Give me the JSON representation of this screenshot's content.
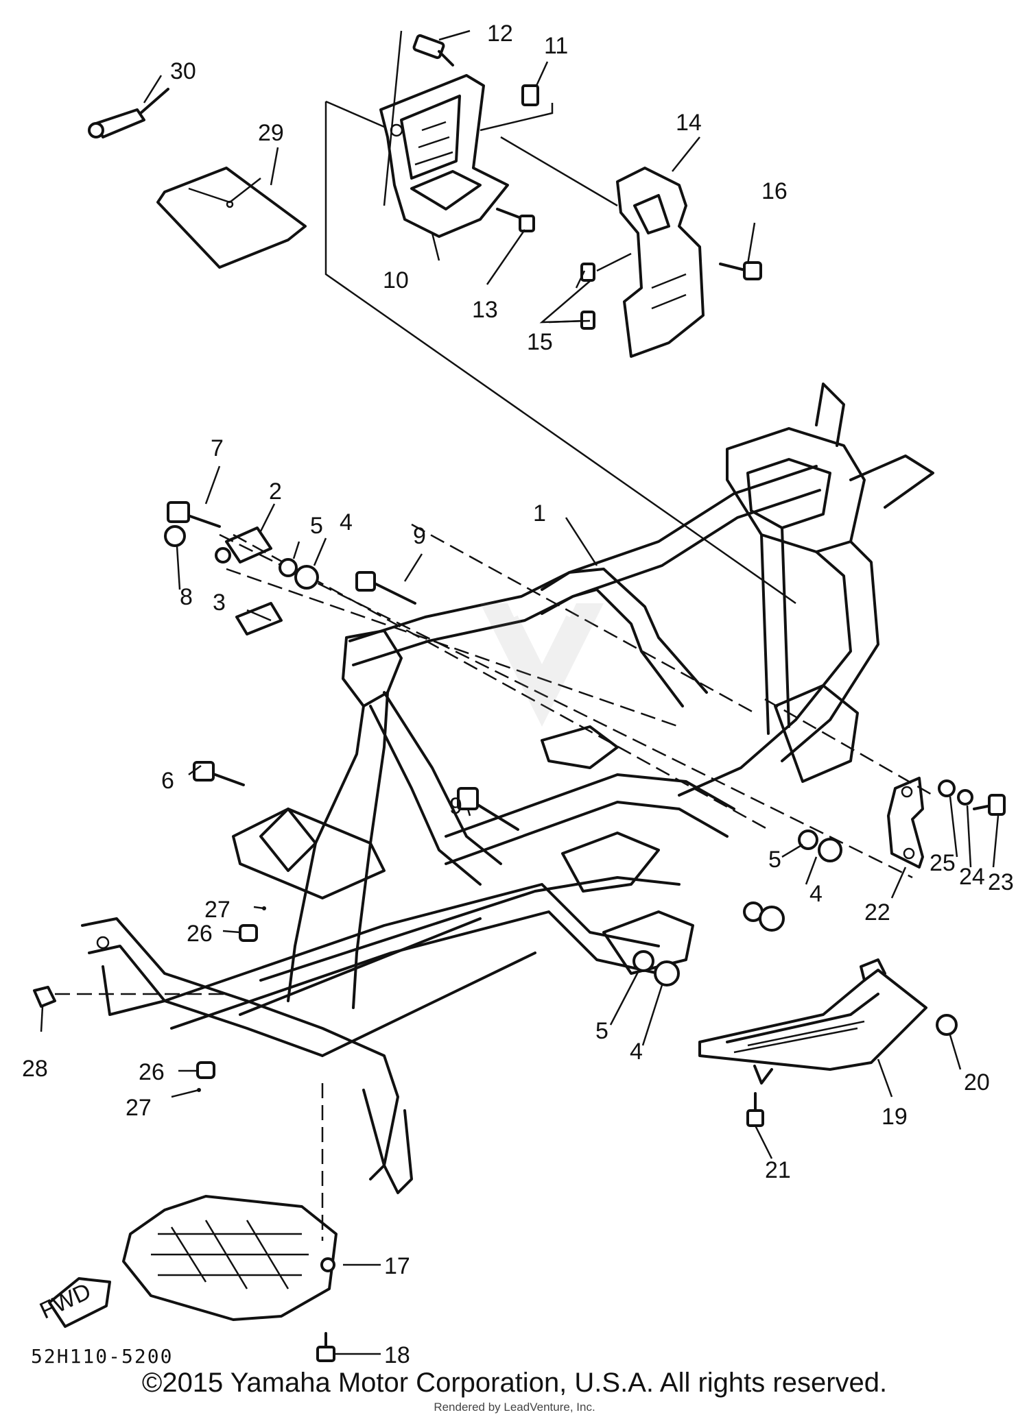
{
  "callouts": [
    {
      "id": "1",
      "text": "1"
    },
    {
      "id": "2",
      "text": "2"
    },
    {
      "id": "3",
      "text": "3"
    },
    {
      "id": "4a",
      "text": "4"
    },
    {
      "id": "4b",
      "text": "4"
    },
    {
      "id": "4c",
      "text": "4"
    },
    {
      "id": "5a",
      "text": "5"
    },
    {
      "id": "5b",
      "text": "5"
    },
    {
      "id": "5c",
      "text": "5"
    },
    {
      "id": "6",
      "text": "6"
    },
    {
      "id": "7",
      "text": "7"
    },
    {
      "id": "8",
      "text": "8"
    },
    {
      "id": "9a",
      "text": "9"
    },
    {
      "id": "9b",
      "text": "9"
    },
    {
      "id": "10",
      "text": "10"
    },
    {
      "id": "11",
      "text": "11"
    },
    {
      "id": "12",
      "text": "12"
    },
    {
      "id": "13",
      "text": "13"
    },
    {
      "id": "14",
      "text": "14"
    },
    {
      "id": "15",
      "text": "15"
    },
    {
      "id": "16",
      "text": "16"
    },
    {
      "id": "17",
      "text": "17"
    },
    {
      "id": "18",
      "text": "18"
    },
    {
      "id": "19",
      "text": "19"
    },
    {
      "id": "20",
      "text": "20"
    },
    {
      "id": "21",
      "text": "21"
    },
    {
      "id": "22",
      "text": "22"
    },
    {
      "id": "23",
      "text": "23"
    },
    {
      "id": "24",
      "text": "24"
    },
    {
      "id": "25",
      "text": "25"
    },
    {
      "id": "26a",
      "text": "26"
    },
    {
      "id": "26b",
      "text": "26"
    },
    {
      "id": "27a",
      "text": "27"
    },
    {
      "id": "27b",
      "text": "27"
    },
    {
      "id": "28",
      "text": "28"
    },
    {
      "id": "29",
      "text": "29"
    },
    {
      "id": "30",
      "text": "30"
    }
  ],
  "fwd_label": "FWD",
  "diagram_code": "52H110-5200",
  "copyright": "©2015 Yamaha Motor Corporation, U.S.A. All rights reserved.",
  "rendered_by": "Rendered by LeadVenture, Inc."
}
